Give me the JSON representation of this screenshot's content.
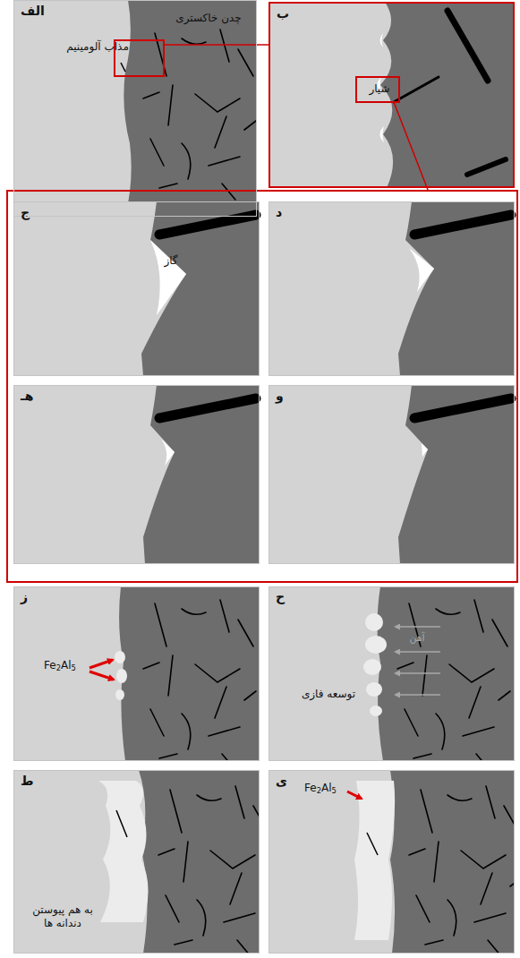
{
  "diagram": {
    "nodes": [
      {
        "text": [
          "الف",
          "مذاب آلومینیم",
          "چدن خاکستری"
        ]
      },
      {
        "text": [
          "ب",
          "شیار"
        ]
      },
      {
        "text": [
          "ج",
          "گاز"
        ]
      },
      {
        "text": [
          "د"
        ]
      },
      {
        "text": [
          "هـ"
        ]
      },
      {
        "text": [
          "و"
        ]
      },
      {
        "text": [
          "ز",
          "Fe2Al5"
        ]
      },
      {
        "text": [
          "ح",
          "آهن",
          "توسعه فازی"
        ]
      },
      {
        "text": [
          "ط",
          "به هم پیوستن دندانه ها"
        ]
      },
      {
        "text": [
          "ی",
          "Fe2Al5"
        ]
      }
    ],
    "edges": [
      {
        "from": 0,
        "to": 1,
        "arrow": "none"
      }
    ]
  }
}
